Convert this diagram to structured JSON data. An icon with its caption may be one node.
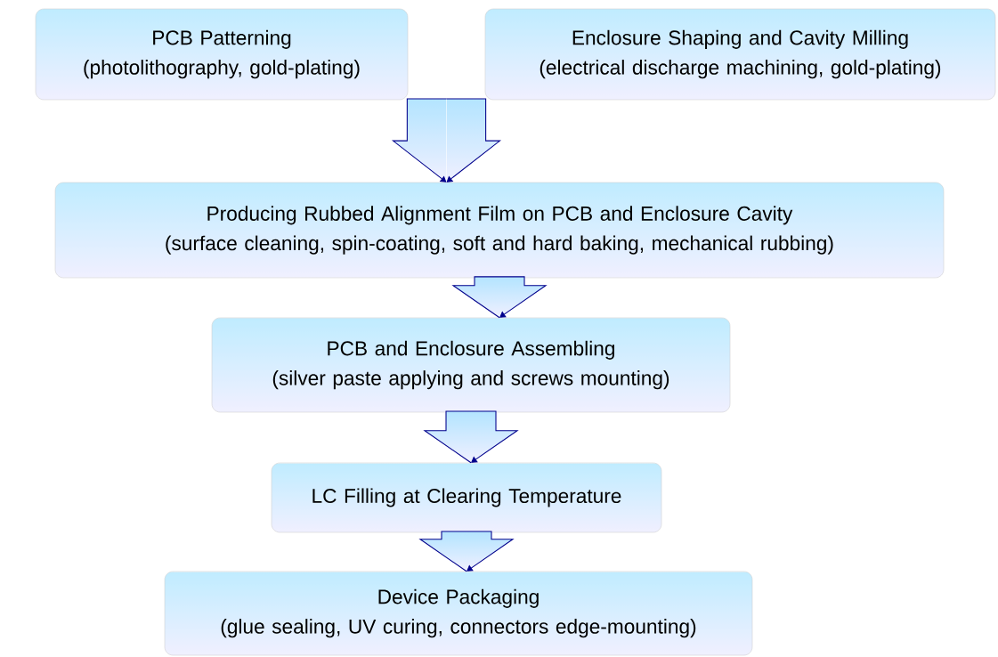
{
  "diagram": {
    "nodes": [
      {
        "text": [
          "PCB Patterning",
          "(photolithography, gold-plating)"
        ]
      },
      {
        "text": [
          "Enclosure Shaping and Cavity Milling",
          "(electrical discharge machining, gold-plating)"
        ]
      },
      {
        "text": [
          "Producing Rubbed Alignment Film on PCB and Enclosure Cavity",
          "(surface cleaning, spin-coating, soft and hard baking, mechanical rubbing)"
        ]
      },
      {
        "text": [
          "PCB and Enclosure Assembling",
          "(silver paste applying and screws mounting)"
        ]
      },
      {
        "text": [
          "LC Filling at Clearing Temperature"
        ]
      },
      {
        "text": [
          "Device Packaging",
          "(glue sealing, UV curing, connectors edge-mounting)"
        ]
      }
    ],
    "edges": [
      {
        "from": 0,
        "to": 2,
        "arrow": "to"
      },
      {
        "from": 1,
        "to": 2,
        "arrow": "to"
      },
      {
        "from": 2,
        "to": 3,
        "arrow": "to"
      },
      {
        "from": 3,
        "to": 4,
        "arrow": "to"
      },
      {
        "from": 4,
        "to": 5,
        "arrow": "to"
      }
    ]
  }
}
